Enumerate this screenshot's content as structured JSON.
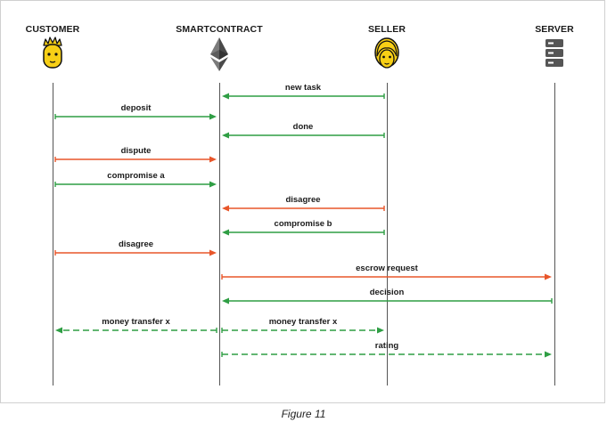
{
  "colors": {
    "green": "#2f9e44",
    "red": "#e8562a",
    "lifeline": "#555555",
    "yellow": "#f7cf16"
  },
  "participants": [
    {
      "id": "customer",
      "label": "CUSTOMER",
      "icon": "customer-face-icon"
    },
    {
      "id": "smartcontract",
      "label": "SMARTCONTRACT",
      "icon": "ethereum-icon"
    },
    {
      "id": "seller",
      "label": "SELLER",
      "icon": "seller-face-icon"
    },
    {
      "id": "server",
      "label": "SERVER",
      "icon": "server-icon"
    }
  ],
  "messages": [
    {
      "label": "new task",
      "from": "seller",
      "to": "smartcontract",
      "color": "green",
      "style": "solid"
    },
    {
      "label": "deposit",
      "from": "customer",
      "to": "smartcontract",
      "color": "green",
      "style": "solid"
    },
    {
      "label": "done",
      "from": "seller",
      "to": "smartcontract",
      "color": "green",
      "style": "solid"
    },
    {
      "label": "dispute",
      "from": "customer",
      "to": "smartcontract",
      "color": "red",
      "style": "solid"
    },
    {
      "label": "compromise a",
      "from": "customer",
      "to": "smartcontract",
      "color": "green",
      "style": "solid"
    },
    {
      "label": "disagree",
      "from": "seller",
      "to": "smartcontract",
      "color": "red",
      "style": "solid"
    },
    {
      "label": "compromise b",
      "from": "seller",
      "to": "smartcontract",
      "color": "green",
      "style": "solid"
    },
    {
      "label": "disagree",
      "from": "customer",
      "to": "smartcontract",
      "color": "red",
      "style": "solid"
    },
    {
      "label": "escrow request",
      "from": "smartcontract",
      "to": "server",
      "color": "red",
      "style": "solid"
    },
    {
      "label": "decision",
      "from": "server",
      "to": "smartcontract",
      "color": "green",
      "style": "solid"
    },
    {
      "label": "money transfer x",
      "from": "smartcontract",
      "to": "customer",
      "color": "green",
      "style": "dashed"
    },
    {
      "label": "money transfer x",
      "from": "smartcontract",
      "to": "seller",
      "color": "green",
      "style": "dashed"
    },
    {
      "label": "rating",
      "from": "smartcontract",
      "to": "server",
      "color": "green",
      "style": "dashed"
    }
  ],
  "caption": "Figure 11"
}
